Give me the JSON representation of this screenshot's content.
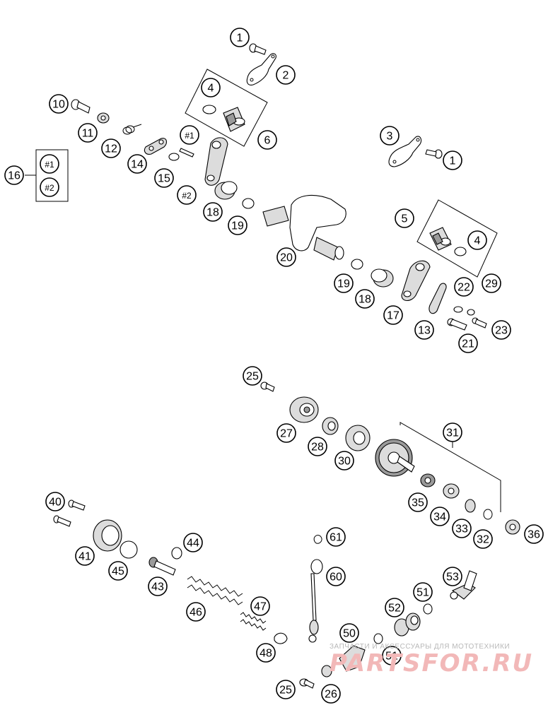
{
  "callouts": [
    {
      "label": "1"
    },
    {
      "label": "2"
    },
    {
      "label": "4"
    },
    {
      "label": "6"
    },
    {
      "label": "10"
    },
    {
      "label": "11"
    },
    {
      "label": "12"
    },
    {
      "label": "14"
    },
    {
      "label": "#1"
    },
    {
      "label": "15"
    },
    {
      "label": "#2"
    },
    {
      "label": "16"
    },
    {
      "label": "#1"
    },
    {
      "label": "#2"
    },
    {
      "label": "18"
    },
    {
      "label": "19"
    },
    {
      "label": "20"
    },
    {
      "label": "3"
    },
    {
      "label": "1"
    },
    {
      "label": "5"
    },
    {
      "label": "4"
    },
    {
      "label": "19"
    },
    {
      "label": "18"
    },
    {
      "label": "17"
    },
    {
      "label": "22"
    },
    {
      "label": "29"
    },
    {
      "label": "13"
    },
    {
      "label": "23"
    },
    {
      "label": "21"
    },
    {
      "label": "25"
    },
    {
      "label": "27"
    },
    {
      "label": "28"
    },
    {
      "label": "30"
    },
    {
      "label": "31"
    },
    {
      "label": "35"
    },
    {
      "label": "34"
    },
    {
      "label": "33"
    },
    {
      "label": "32"
    },
    {
      "label": "36"
    },
    {
      "label": "40"
    },
    {
      "label": "41"
    },
    {
      "label": "45"
    },
    {
      "label": "44"
    },
    {
      "label": "43"
    },
    {
      "label": "46"
    },
    {
      "label": "47"
    },
    {
      "label": "48"
    },
    {
      "label": "61"
    },
    {
      "label": "60"
    },
    {
      "label": "53"
    },
    {
      "label": "51"
    },
    {
      "label": "52"
    },
    {
      "label": "50"
    },
    {
      "label": "51"
    },
    {
      "label": "25"
    },
    {
      "label": "26"
    }
  ],
  "watermark": {
    "caption": "ЗАПЧАСТИ И АКСЕССУАРЫ ДЛЯ МОТОТЕХНИКИ",
    "logo": "PARTSFOR.RU"
  }
}
